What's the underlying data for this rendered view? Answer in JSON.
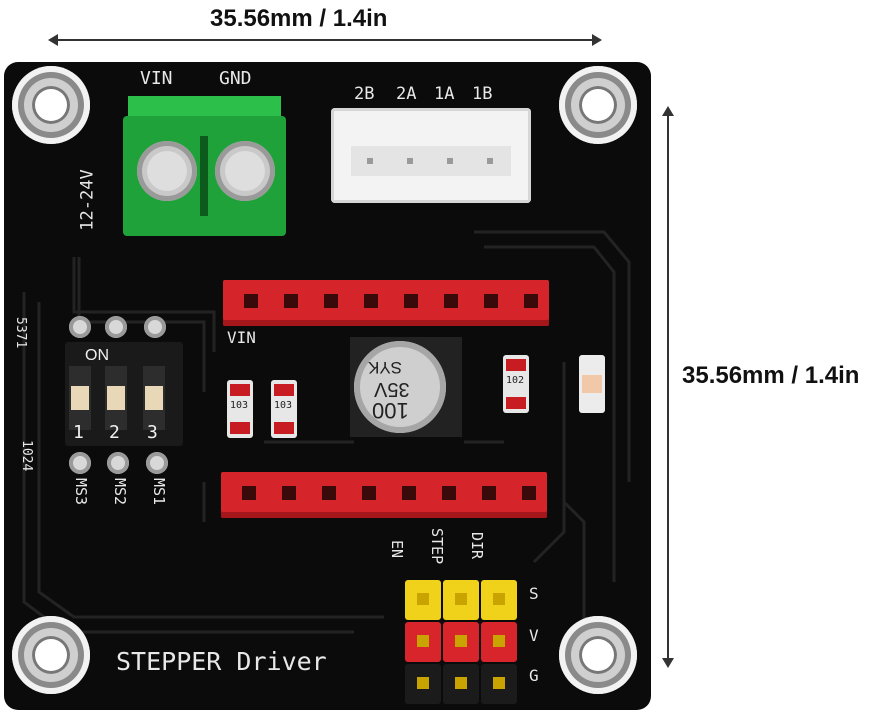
{
  "dimensions": {
    "width_label": "35.56mm / 1.4in",
    "height_label": "35.56mm / 1.4in"
  },
  "board": {
    "title": "STEPPER Driver",
    "power_labels": [
      "VIN",
      "GND"
    ],
    "voltage_label": "12-24V",
    "motor_labels": [
      "2B",
      "2A",
      "1A",
      "1B"
    ],
    "vin_label": "VIN",
    "dip": {
      "on_label": "ON",
      "numbers": [
        "1",
        "2",
        "3"
      ],
      "pins": [
        "MS3",
        "MS2",
        "MS1"
      ]
    },
    "capacitor": {
      "value": "100",
      "voltage": "35V",
      "brand": "SYK"
    },
    "resistor_code": "103",
    "resistor_code_right": "102",
    "control_labels": [
      "EN",
      "STEP",
      "DIR"
    ],
    "row_labels": [
      "S",
      "V",
      "G"
    ],
    "side_code": "5371",
    "side_code_2": "1024",
    "colors": {
      "pcb": "#0b0b0b",
      "terminal": "#1fa23a",
      "header": "#d6242b",
      "pin_yellow": "#f1d21a",
      "pin_red": "#d8242b",
      "pin_black": "#1b1b1b"
    }
  }
}
